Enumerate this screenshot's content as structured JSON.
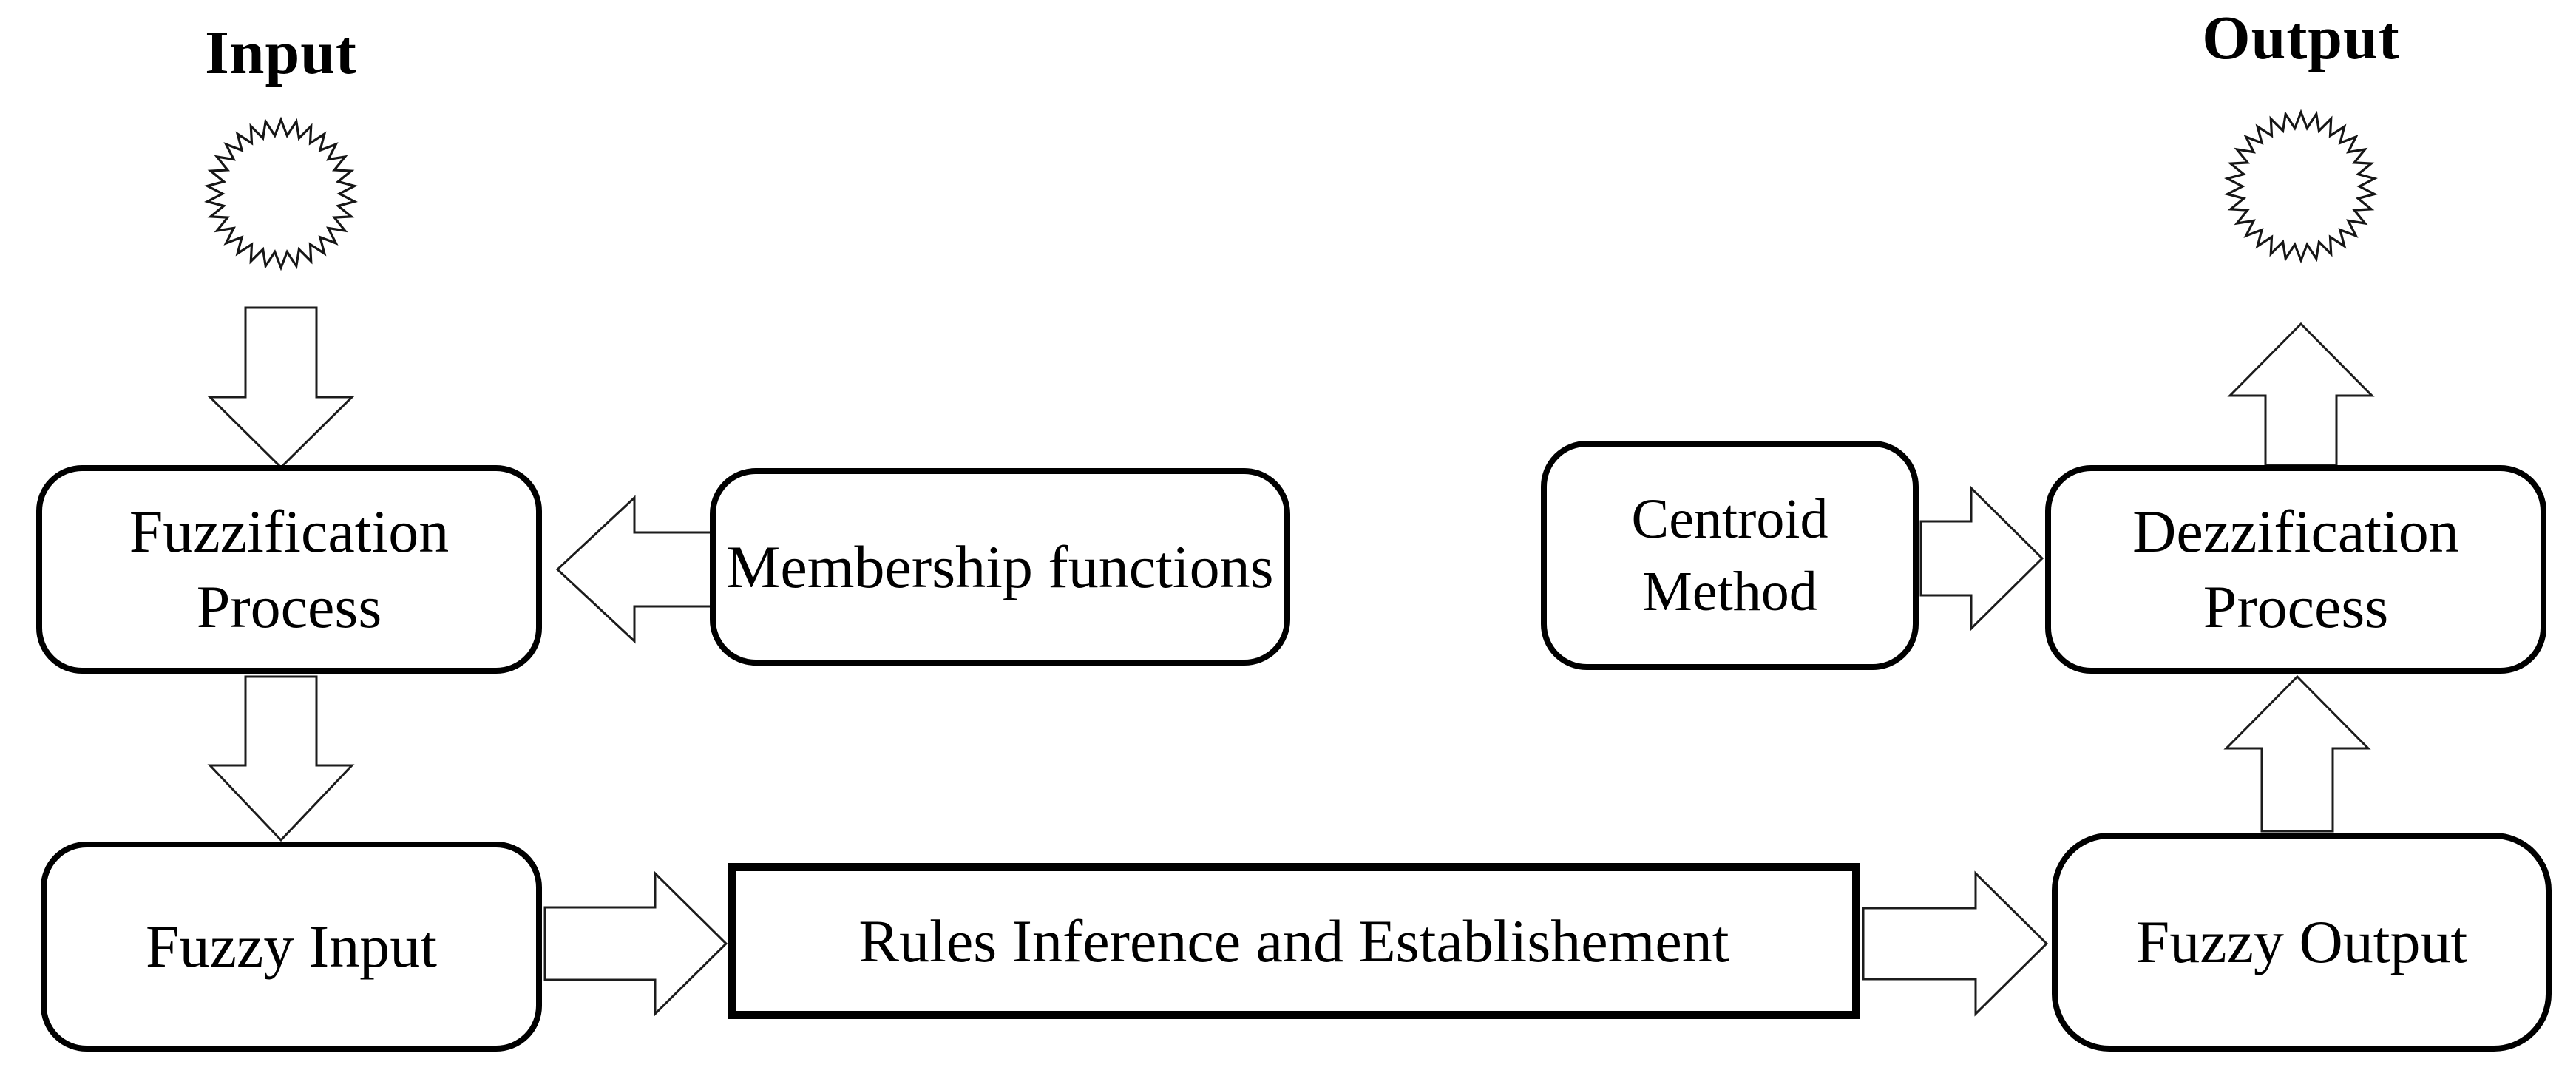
{
  "diagram": {
    "input_label": "Input",
    "output_label": "Output",
    "nodes": {
      "fuzzification": {
        "line1": "Fuzzification",
        "line2": "Process"
      },
      "membership": {
        "label": "Membership functions"
      },
      "fuzzy_input": {
        "label": "Fuzzy Input"
      },
      "rules": {
        "label": "Rules Inference and Establishement"
      },
      "fuzzy_output": {
        "label": "Fuzzy Output"
      },
      "dezzification": {
        "line1": "Dezzification",
        "line2": "Process"
      },
      "centroid": {
        "line1": "Centroid",
        "line2": "Method"
      }
    },
    "colors": {
      "ink": "#000000",
      "arrow_stroke": "#1c1c1c",
      "background": "#ffffff"
    }
  }
}
